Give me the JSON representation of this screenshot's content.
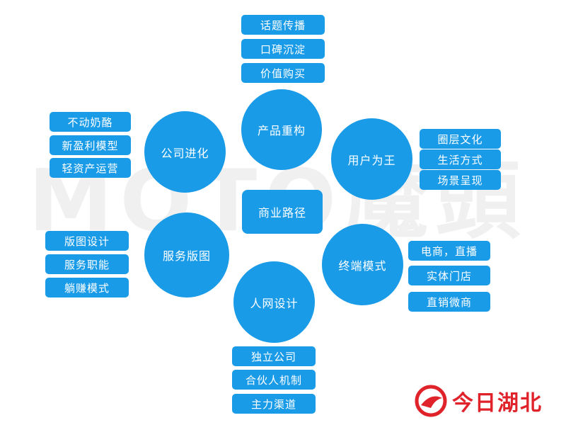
{
  "watermark": "MOTO魔頭",
  "center": "商业路径",
  "nodes": {
    "product": {
      "label": "产品重构",
      "items": [
        "话题传播",
        "口碑沉淀",
        "价值购买"
      ]
    },
    "company": {
      "label": "公司进化",
      "items": [
        "不动奶酪",
        "新盈利模型",
        "轻资产运营"
      ]
    },
    "user": {
      "label": "用户为王",
      "items": [
        "圈层文化",
        "生活方式",
        "场景呈现"
      ]
    },
    "service": {
      "label": "服务版图",
      "items": [
        "版图设计",
        "服务职能",
        "躺赚模式"
      ]
    },
    "terminal": {
      "label": "终端模式",
      "items": [
        "电商，直播",
        "实体门店",
        "直销微商"
      ]
    },
    "network": {
      "label": "人网设计",
      "items": [
        "独立公司",
        "合伙人机制",
        "主力渠道"
      ]
    }
  },
  "logo": {
    "text": "今日湖北",
    "color": "#e0232a"
  },
  "colors": {
    "accent": "#1a9be8"
  }
}
